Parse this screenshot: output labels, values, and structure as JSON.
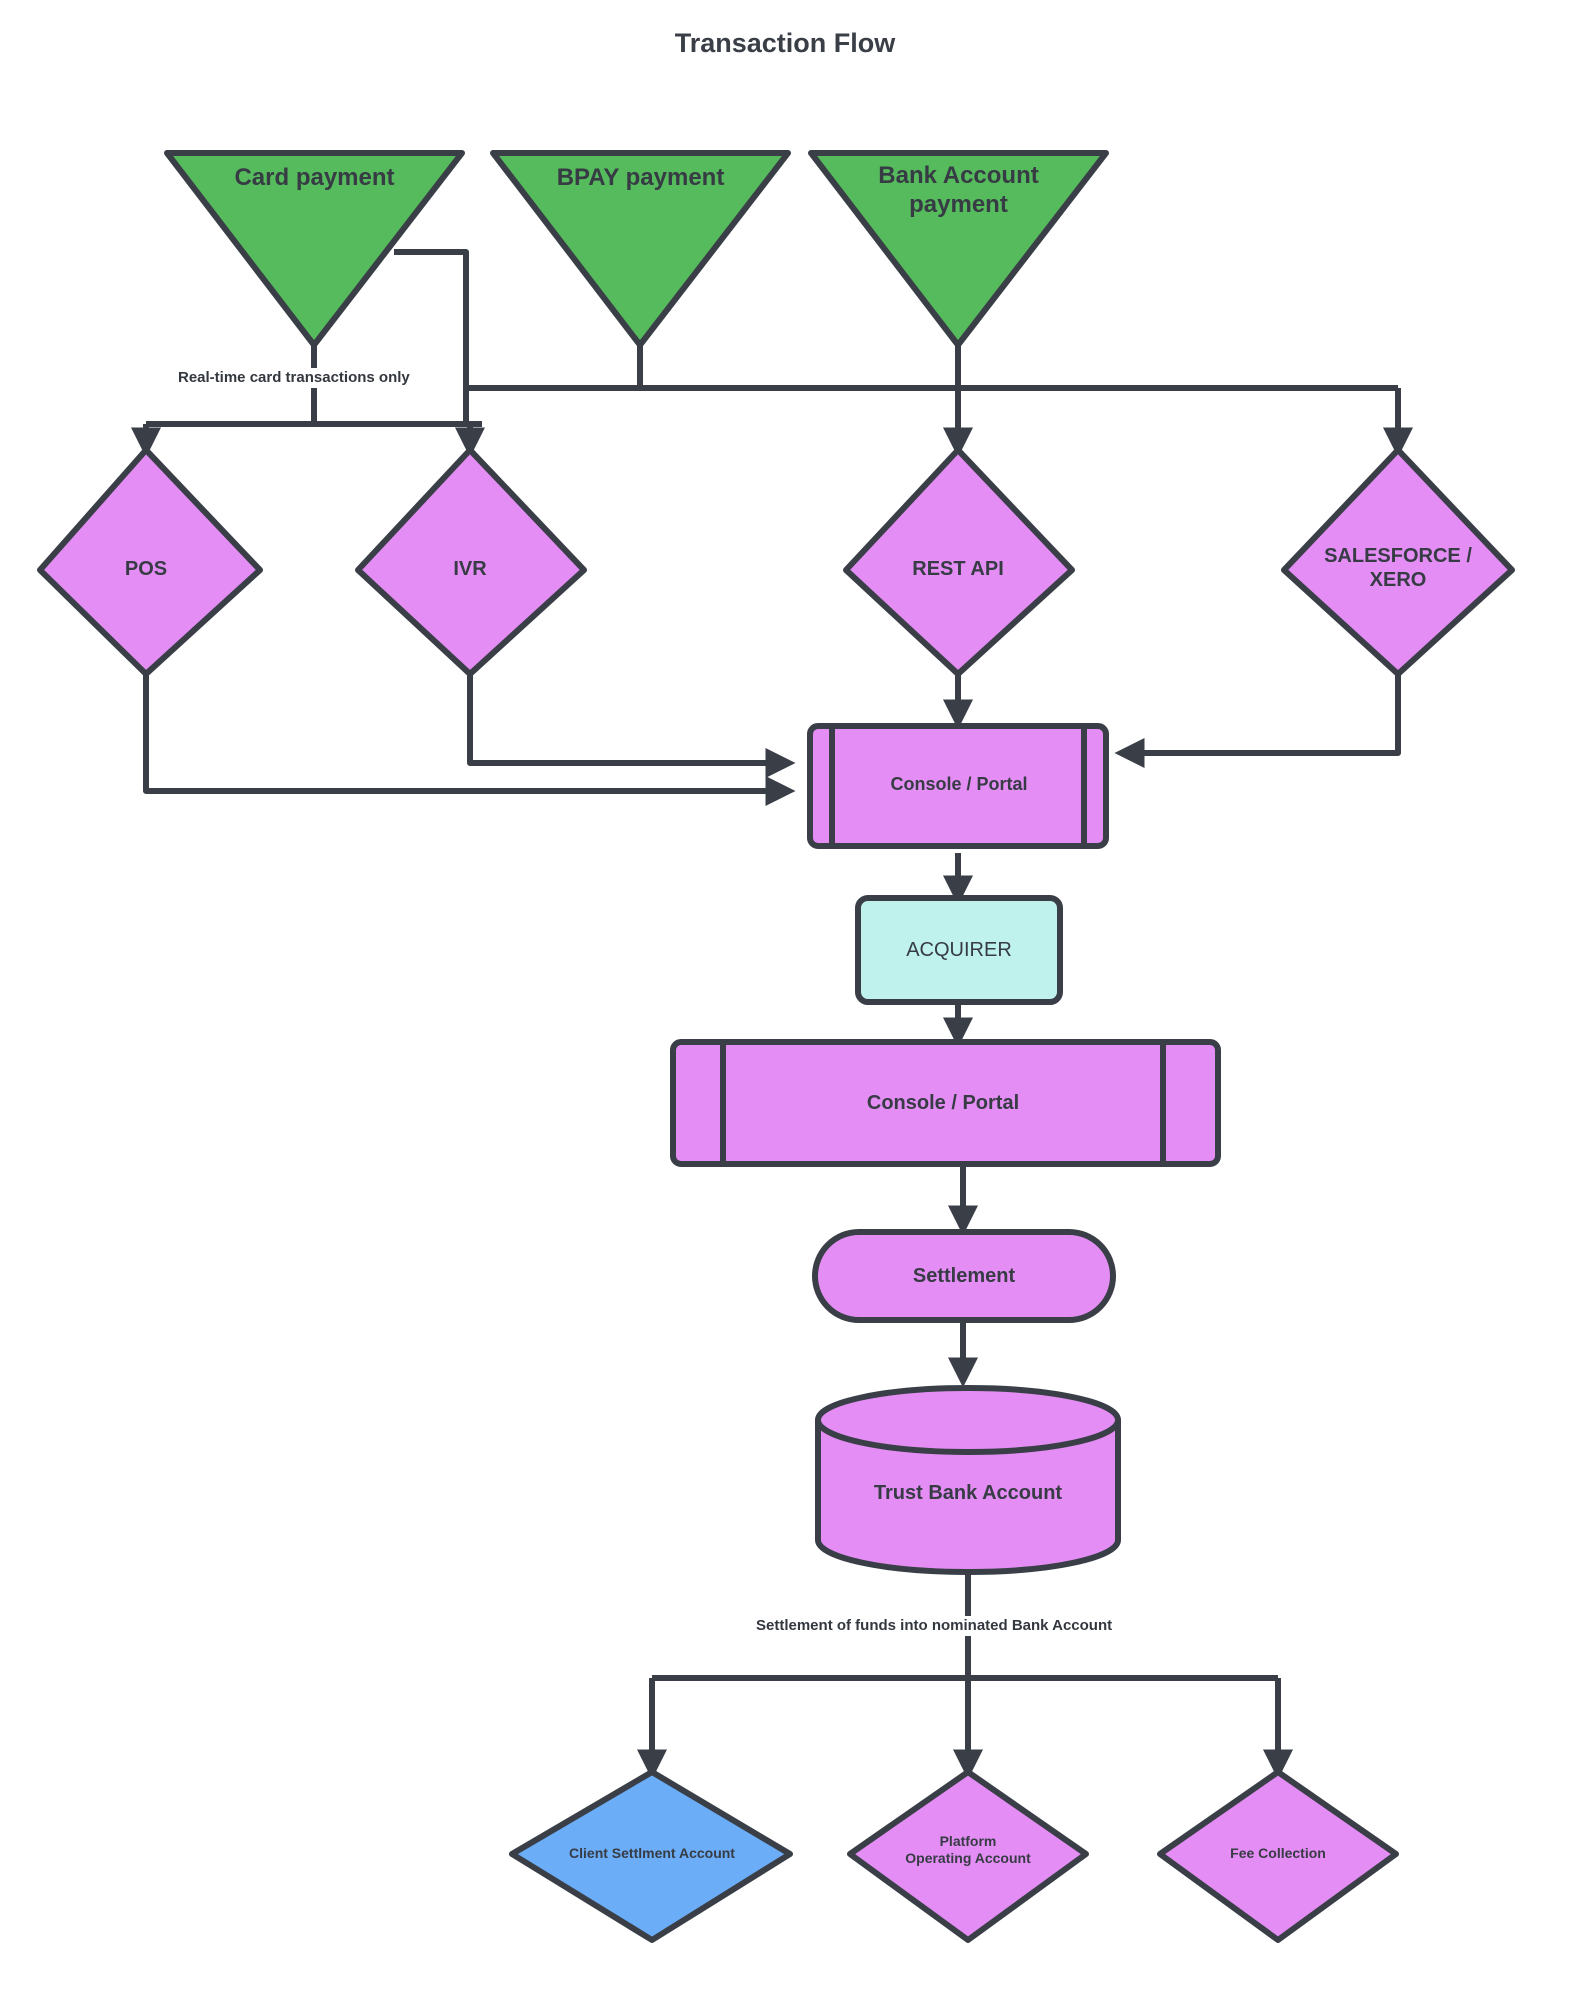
{
  "diagram": {
    "title": "Transaction Flow",
    "background_color": "#ffffff",
    "stroke_color": "#3a3f47",
    "text_color": "#363b44",
    "palette": {
      "green": "#56bb5c",
      "purple": "#e48ef5",
      "teal": "#bff2ec",
      "blue": "#6cadf7"
    },
    "nodes": {
      "card_payment": {
        "label": "Card payment",
        "shape": "inverted-triangle",
        "color": "#56bb5c"
      },
      "bpay_payment": {
        "label": "BPAY payment",
        "shape": "inverted-triangle",
        "color": "#56bb5c"
      },
      "bank_account_payment": {
        "label": "Bank Account payment",
        "line1": "Bank Account",
        "line2": "payment",
        "shape": "inverted-triangle",
        "color": "#56bb5c"
      },
      "pos": {
        "label": "POS",
        "shape": "diamond",
        "color": "#e48ef5"
      },
      "ivr": {
        "label": "IVR",
        "shape": "diamond",
        "color": "#e48ef5"
      },
      "rest_api": {
        "label": "REST API",
        "shape": "diamond",
        "color": "#e48ef5"
      },
      "salesforce_xero": {
        "label": "SALESFORCE / XERO",
        "line1": "SALESFORCE /",
        "line2": "XERO",
        "shape": "diamond",
        "color": "#e48ef5"
      },
      "console_portal_1": {
        "label": "Console / Portal",
        "shape": "subroutine",
        "color": "#e48ef5"
      },
      "acquirer": {
        "label": "ACQUIRER",
        "shape": "rounded-rect",
        "color": "#bff2ec"
      },
      "console_portal_2": {
        "label": "Console / Portal",
        "shape": "subroutine",
        "color": "#e48ef5"
      },
      "settlement": {
        "label": "Settlement",
        "shape": "stadium",
        "color": "#e48ef5"
      },
      "trust_bank_account": {
        "label": "Trust Bank Account",
        "shape": "cylinder",
        "color": "#e48ef5"
      },
      "client_settlement_account": {
        "label": "Client Settlment Account",
        "shape": "diamond",
        "color": "#6cadf7"
      },
      "platform_operating_account": {
        "label": "Platform Operating Account",
        "line1": "Platform",
        "line2": "Operating Account",
        "shape": "diamond",
        "color": "#e48ef5"
      },
      "fee_collection": {
        "label": "Fee Collection",
        "shape": "diamond",
        "color": "#e48ef5"
      }
    },
    "edge_labels": {
      "realtime": "Real-time card transactions only",
      "settlement_funds": "Settlement of funds into nominated Bank Account"
    },
    "edges": [
      {
        "from": "card_payment",
        "to": "pos",
        "label": "Real-time card transactions only"
      },
      {
        "from": "card_payment",
        "to": "ivr",
        "label": ""
      },
      {
        "from": "bpay_payment",
        "to": "rest_api",
        "label": ""
      },
      {
        "from": "bank_account_payment",
        "to": "rest_api",
        "label": ""
      },
      {
        "from": "bpay_payment",
        "to": "salesforce_xero",
        "label": ""
      },
      {
        "from": "bank_account_payment",
        "to": "salesforce_xero",
        "label": ""
      },
      {
        "from": "pos",
        "to": "console_portal_1",
        "label": ""
      },
      {
        "from": "ivr",
        "to": "console_portal_1",
        "label": ""
      },
      {
        "from": "rest_api",
        "to": "console_portal_1",
        "label": ""
      },
      {
        "from": "salesforce_xero",
        "to": "console_portal_1",
        "label": ""
      },
      {
        "from": "console_portal_1",
        "to": "acquirer",
        "label": ""
      },
      {
        "from": "acquirer",
        "to": "console_portal_2",
        "label": ""
      },
      {
        "from": "console_portal_2",
        "to": "settlement",
        "label": ""
      },
      {
        "from": "settlement",
        "to": "trust_bank_account",
        "label": ""
      },
      {
        "from": "trust_bank_account",
        "to": "client_settlement_account",
        "label": "Settlement of funds into nominated Bank Account"
      },
      {
        "from": "trust_bank_account",
        "to": "platform_operating_account",
        "label": ""
      },
      {
        "from": "trust_bank_account",
        "to": "fee_collection",
        "label": ""
      }
    ]
  }
}
